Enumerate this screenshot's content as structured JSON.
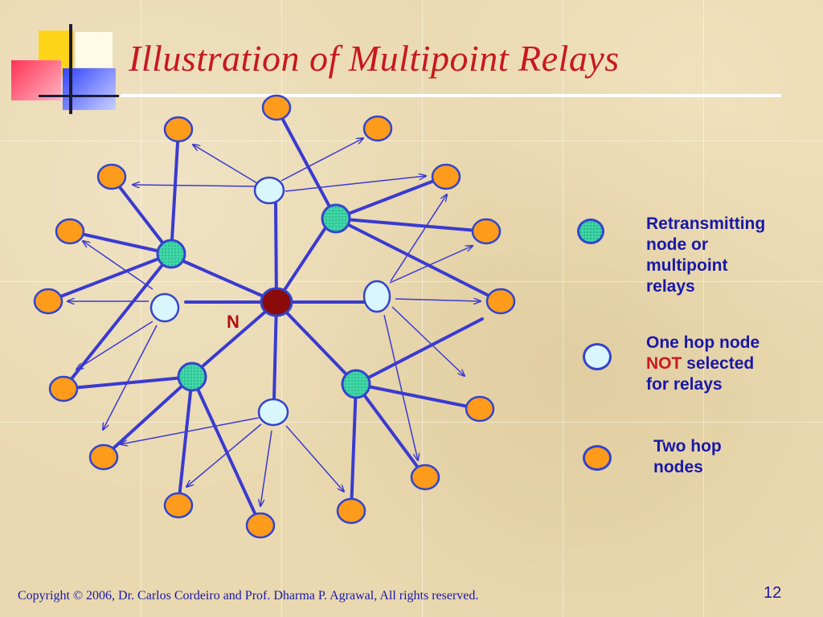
{
  "slide": {
    "title": "Illustration of Multipoint Relays",
    "center_label": "N",
    "page_number": "12",
    "footer": "Copyright © 2006, Dr. Carlos Cordeiro and  Prof. Dharma P. Agrawal,  All rights reserved."
  },
  "legend": {
    "relay": {
      "line1": "Retransmitting",
      "line2": "node or",
      "line3": "multipoint",
      "line4": "relays"
    },
    "one_hop": {
      "line1": "One hop node",
      "not": "NOT",
      "rest": " selected",
      "line3": "for relays"
    },
    "two_hop": {
      "line1": "Two hop",
      "line2": "nodes"
    }
  },
  "colors": {
    "title": "#c8181e",
    "text": "#1818a8",
    "edge": "#3a3ad0",
    "node_border": "#3344cc",
    "center_node": "#8b0a0a",
    "relay_node": "#3fd7a6",
    "one_hop_node": "#d9f6ff",
    "two_hop_node": "#ff9b1a"
  }
}
